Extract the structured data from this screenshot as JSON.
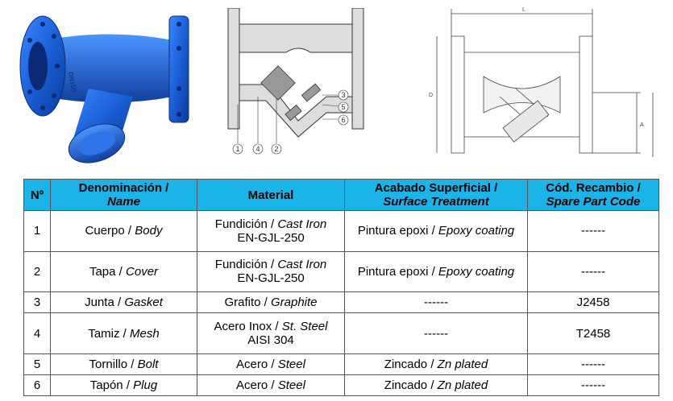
{
  "figures": {
    "callouts": [
      "1",
      "2",
      "3",
      "4",
      "5",
      "6"
    ],
    "dims": {
      "length": "L",
      "diameter": "D",
      "height": "A"
    }
  },
  "table": {
    "headers": [
      {
        "es": "Nº",
        "en": ""
      },
      {
        "es": "Denominación /",
        "en": "Name"
      },
      {
        "es": "Material",
        "en": ""
      },
      {
        "es": "Acabado Superficial /",
        "en": "Surface Treatment"
      },
      {
        "es": "Cód. Recambio /",
        "en": "Spare Part Code"
      }
    ],
    "rows": [
      {
        "n": "1",
        "name_es": "Cuerpo",
        "name_en": "Body",
        "mat_es": "Fundición",
        "mat_en": "Cast Iron",
        "mat_l2": "EN-GJL-250",
        "fin_es": "Pintura epoxi",
        "fin_en": "Epoxy coating",
        "fin_plain": "",
        "code": "------"
      },
      {
        "n": "2",
        "name_es": "Tapa",
        "name_en": "Cover",
        "mat_es": "Fundición",
        "mat_en": "Cast Iron",
        "mat_l2": "EN-GJL-250",
        "fin_es": "Pintura epoxi",
        "fin_en": "Epoxy coating",
        "fin_plain": "",
        "code": "------"
      },
      {
        "n": "3",
        "name_es": "Junta",
        "name_en": "Gasket",
        "mat_es": "Grafito",
        "mat_en": "Graphite",
        "mat_l2": "",
        "fin_es": "",
        "fin_en": "",
        "fin_plain": "------",
        "code": "J2458"
      },
      {
        "n": "4",
        "name_es": "Tamiz",
        "name_en": "Mesh",
        "mat_es": "Acero Inox",
        "mat_en": "St. Steel",
        "mat_l2": "AISI 304",
        "fin_es": "",
        "fin_en": "",
        "fin_plain": "------",
        "code": "T2458"
      },
      {
        "n": "5",
        "name_es": "Tornillo",
        "name_en": "Bolt",
        "mat_es": "Acero",
        "mat_en": "Steel",
        "mat_l2": "",
        "fin_es": "Zincado",
        "fin_en": "Zn plated",
        "fin_plain": "",
        "code": "------"
      },
      {
        "n": "6",
        "name_es": "Tapón",
        "name_en": "Plug",
        "mat_es": "Acero",
        "mat_en": "Steel",
        "mat_l2": "",
        "fin_es": "Zincado",
        "fin_en": "Zn plated",
        "fin_plain": "",
        "code": "------"
      }
    ]
  }
}
